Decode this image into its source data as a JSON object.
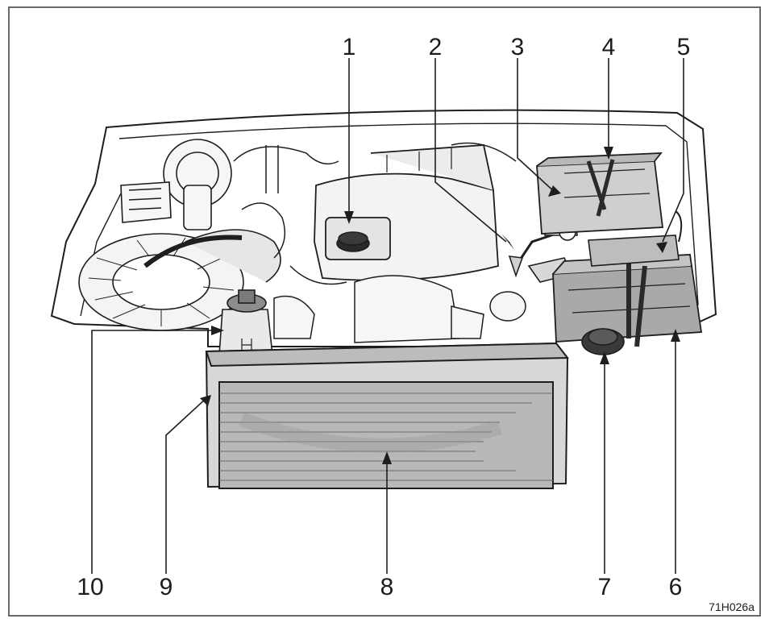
{
  "callouts": {
    "c1": "1",
    "c2": "2",
    "c3": "3",
    "c4": "4",
    "c5": "5",
    "c6": "6",
    "c7": "7",
    "c8": "8",
    "c9": "9",
    "c10": "10"
  },
  "figure_code": "71H026a",
  "colors": {
    "line": "#1e1e1e",
    "fill_light": "#f2f2f2",
    "fill_mid": "#cfcfcf",
    "fill_dark": "#a9a9a9",
    "frame": "#6a6a6a"
  }
}
